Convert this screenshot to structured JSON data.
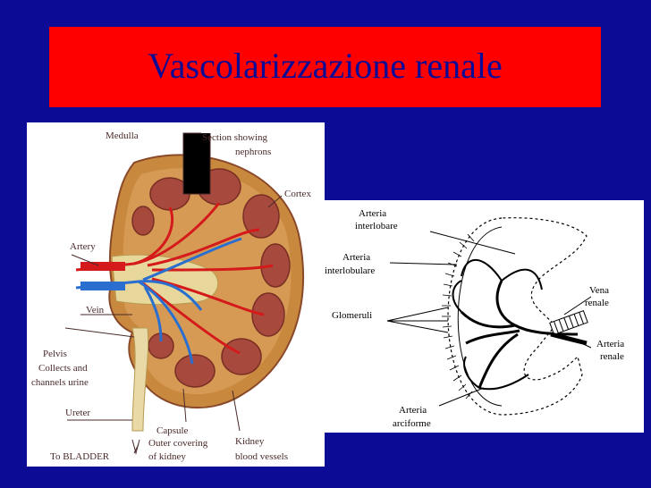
{
  "slide": {
    "title": "Vascolarizzazione renale",
    "colors": {
      "background": "#0b0b96",
      "title_bar": "#ff0000",
      "title_text": "#0b0b96"
    }
  },
  "left_diagram": {
    "labels": {
      "medulla": "Medulla",
      "section_line1": "Section showing",
      "section_line2": "nephrons",
      "cortex": "Cortex",
      "artery": "Artery",
      "vein": "Vein",
      "pelvis_line1": "Pelvis",
      "pelvis_line2": "Collects and",
      "pelvis_line3": "channels urine",
      "ureter": "Ureter",
      "capsule_line1": "Capsule",
      "capsule_line2": "Outer covering",
      "capsule_line3": "of kidney",
      "kidney_line1": "Kidney",
      "kidney_line2": "blood vessels",
      "bladder": "To BLADDER"
    }
  },
  "right_diagram": {
    "labels": {
      "interlobare_1": "Arteria",
      "interlobare_2": "interlobare",
      "interlobulare_1": "Arteria",
      "interlobulare_2": "interlobulare",
      "glomeruli": "Glomeruli",
      "vena_1": "Vena",
      "vena_2": "renale",
      "arteria_renale_1": "Arteria",
      "arteria_renale_2": "renale",
      "arciforme_1": "Arteria",
      "arciforme_2": "arciforme"
    }
  }
}
